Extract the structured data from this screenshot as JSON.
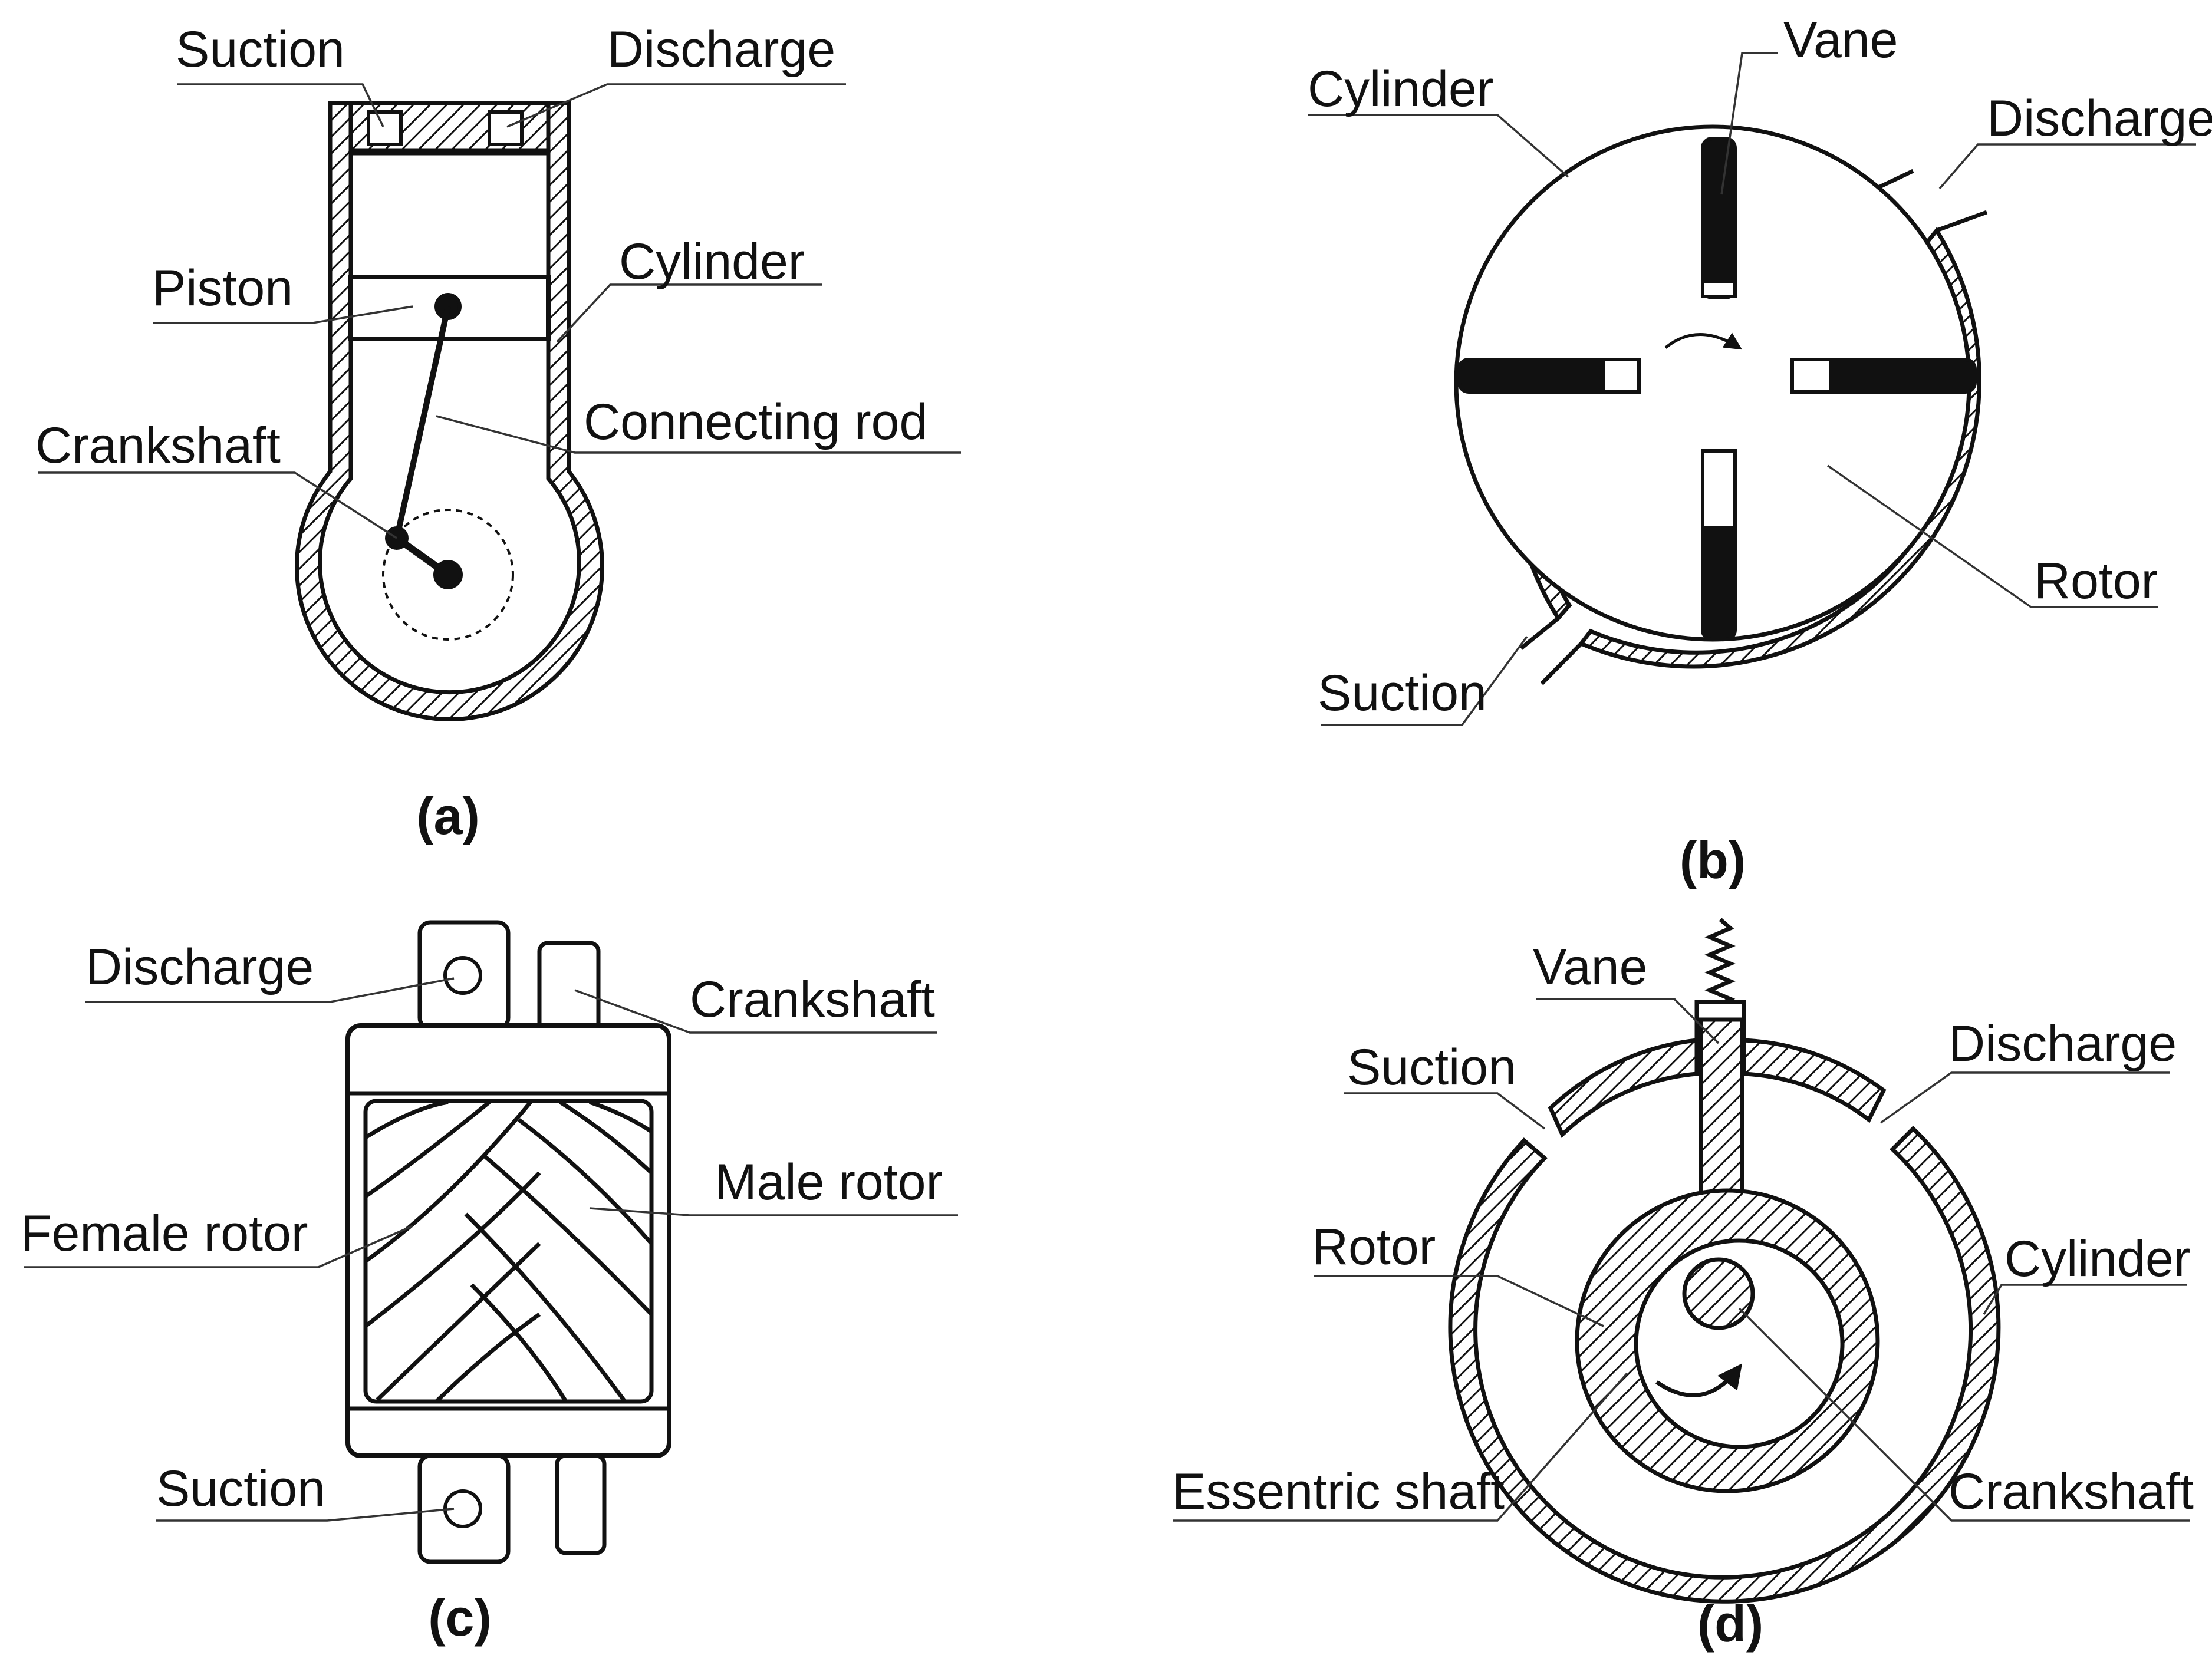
{
  "panels": {
    "a": {
      "caption": "(a)",
      "labels": {
        "suction": "Suction",
        "discharge": "Discharge",
        "piston": "Piston",
        "cylinder": "Cylinder",
        "crankshaft": "Crankshaft",
        "connecting_rod": "Connecting rod"
      }
    },
    "b": {
      "caption": "(b)",
      "labels": {
        "cylinder": "Cylinder",
        "vane": "Vane",
        "discharge": "Discharge",
        "rotor": "Rotor",
        "suction": "Suction"
      }
    },
    "c": {
      "caption": "(c)",
      "labels": {
        "discharge": "Discharge",
        "crankshaft": "Crankshaft",
        "male_rotor": "Male rotor",
        "female_rotor": "Female rotor",
        "suction": "Suction"
      }
    },
    "d": {
      "caption": "(d)",
      "labels": {
        "vane": "Vane",
        "suction": "Suction",
        "discharge": "Discharge",
        "rotor": "Rotor",
        "cylinder": "Cylinder",
        "eccentric_shaft": "Essentric shaft",
        "crankshaft": "Crankshaft"
      }
    }
  }
}
